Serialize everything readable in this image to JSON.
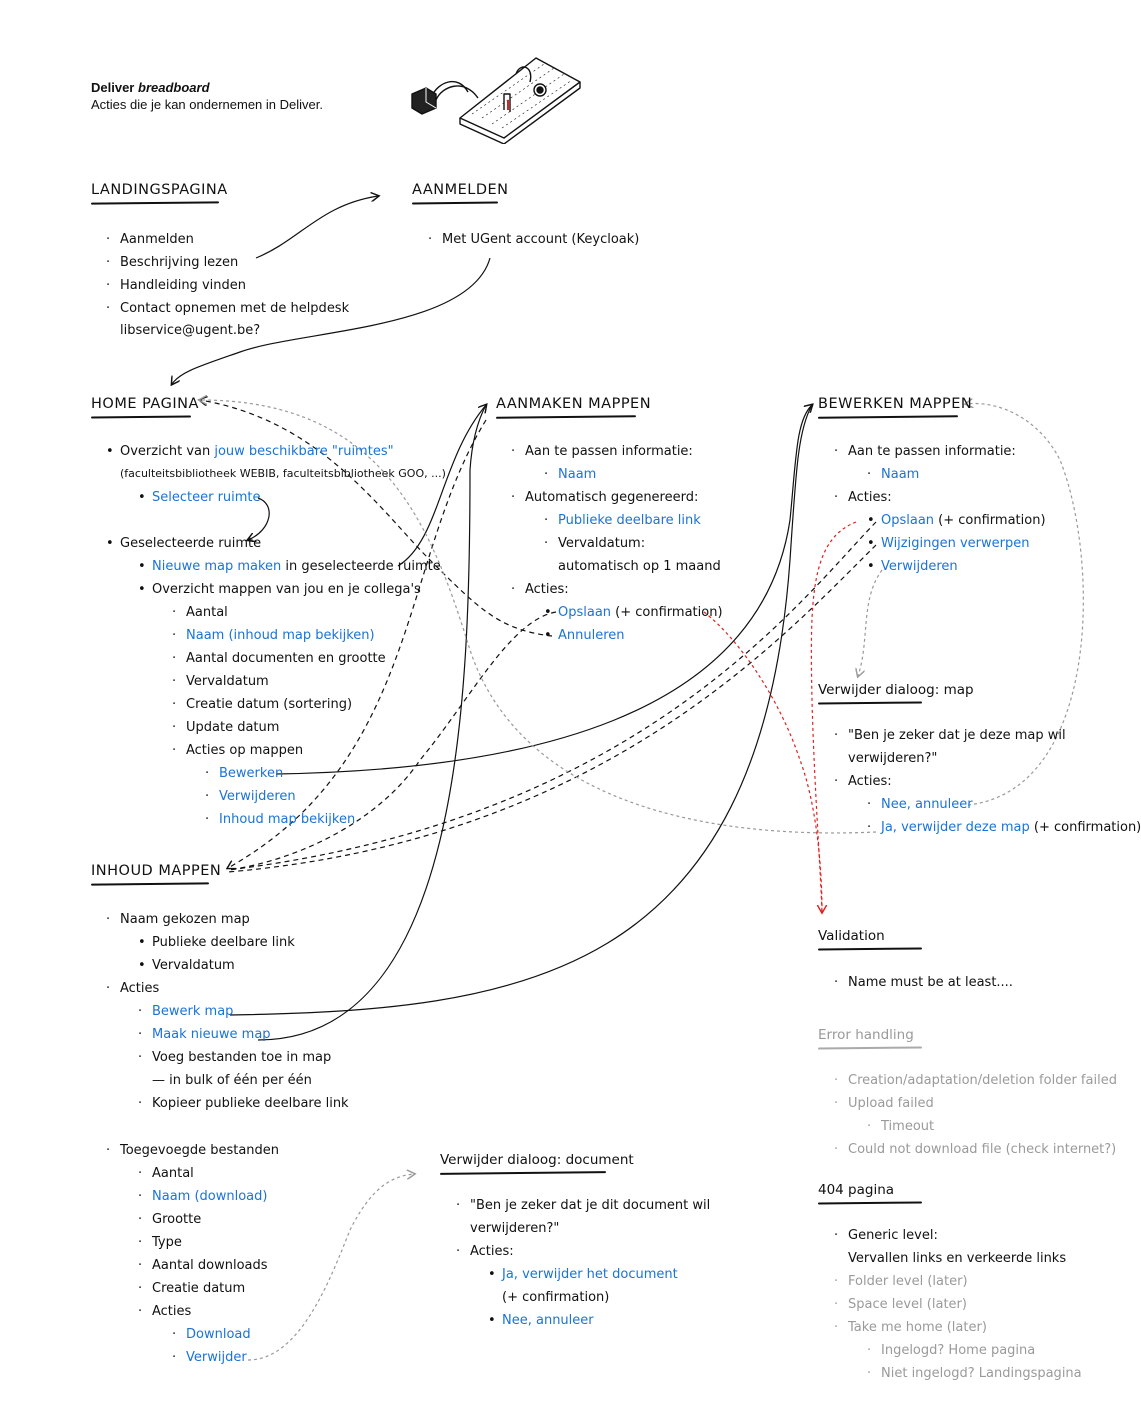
{
  "header": {
    "title_plain": "Deliver",
    "title_italic": "breadboard",
    "subtitle": "Acties die je kan ondernemen in Deliver."
  },
  "sections": {
    "landing": {
      "title": "LANDINGSPAGINA",
      "items": [
        "Aanmelden",
        "Beschrijving lezen",
        "Handleiding vinden",
        "Contact opnemen met de helpdesk",
        "libservice@ugent.be?"
      ]
    },
    "aanmelden": {
      "title": "AANMELDEN",
      "items": [
        "Met UGent account (Keycloak)"
      ]
    },
    "home": {
      "title": "HOME PAGINA",
      "overview_prefix": "Overzicht van ",
      "overview_link": "jouw beschikbare \"ruimtes\"",
      "overview_note": "(faculteitsbibliotheek WEBIB, faculteitsbibliotheek GOO, ...)",
      "select_space": "Selecteer ruimte",
      "selected_space": "Geselecteerde ruimte",
      "new_folder_link": "Nieuwe map maken",
      "new_folder_suffix": " in geselecteerde ruimte",
      "folders_overview": "Overzicht mappen van jou en je collega's",
      "sub": [
        "Aantal",
        "Naam (inhoud map bekijken)",
        "Aantal documenten en grootte",
        "Vervaldatum",
        "Creatie datum (sortering)",
        "Update datum",
        "Acties op mappen"
      ],
      "actions": [
        "Bewerken",
        "Verwijderen",
        "Inhoud map bekijken"
      ]
    },
    "aanmaken": {
      "title": "AANMAKEN MAPPEN",
      "info": "Aan te passen informatie:",
      "name": "Naam",
      "auto": "Automatisch gegenereerd:",
      "public_link": "Publieke deelbare link",
      "expiry": "Vervaldatum:",
      "expiry_value": "automatisch op 1 maand",
      "acties": "Acties:",
      "save": "Opslaan",
      "save_suffix": " (+ confirmation)",
      "cancel": "Annuleren"
    },
    "bewerken": {
      "title": "BEWERKEN MAPPEN",
      "info": "Aan te passen informatie:",
      "name": "Naam",
      "acties": "Acties:",
      "save": "Opslaan",
      "save_suffix": " (+ confirmation)",
      "discard": "Wijzigingen verwerpen",
      "delete": "Verwijderen"
    },
    "delete_folder": {
      "title": "Verwijder dialoog: map",
      "question_1": "\"Ben je zeker dat je deze map wil",
      "question_2": "verwijderen?\"",
      "acties": "Acties:",
      "no": "Nee, annuleer",
      "yes": "Ja, verwijder deze map",
      "yes_suffix": " (+ confirmation)"
    },
    "inhoud": {
      "title": "INHOUD MAPPEN",
      "name": "Naam gekozen map",
      "public_link": "Publieke deelbare link",
      "expiry": "Vervaldatum",
      "acties": "Acties",
      "edit": "Bewerk map",
      "new": "Maak nieuwe map",
      "add_files": "Voeg bestanden toe in map",
      "add_files_note": "— in bulk of één per één",
      "copy_link": "Kopieer publieke deelbare link",
      "added_files": "Toegevoegde bestanden",
      "files_sub": [
        "Aantal",
        "Naam (download)",
        "Grootte",
        "Type",
        "Aantal downloads",
        "Creatie datum",
        "Acties"
      ],
      "file_actions": [
        "Download",
        "Verwijder"
      ]
    },
    "delete_doc": {
      "title": "Verwijder dialoog: document",
      "question_1": "\"Ben je zeker dat je dit document wil",
      "question_2": "verwijderen?\"",
      "acties": "Acties:",
      "yes": "Ja, verwijder het document",
      "yes_suffix": "(+ confirmation)",
      "no": "Nee, annuleer"
    },
    "validation": {
      "title": "Validation",
      "items": [
        "Name must be at least...."
      ]
    },
    "errors": {
      "title": "Error handling",
      "items": [
        "Creation/adaptation/deletion folder failed",
        "Upload failed",
        "Timeout",
        "Could not download file (check internet?)"
      ]
    },
    "notfound": {
      "title": "404 pagina",
      "generic_1": "Generic level:",
      "generic_2": "Vervallen links en verkeerde links",
      "items_grey": [
        "Folder level (later)",
        "Space level (later)",
        "Take me home (later)"
      ],
      "sub": [
        "Ingelogd? Home pagina",
        "Niet ingelogd? Landingspagina"
      ]
    }
  },
  "colors": {
    "link": "#1a73d8",
    "muted": "#9a9a9a",
    "error_arrow": "#e02020"
  },
  "icons": {
    "breadboard": "breadboard-sketch-icon"
  }
}
